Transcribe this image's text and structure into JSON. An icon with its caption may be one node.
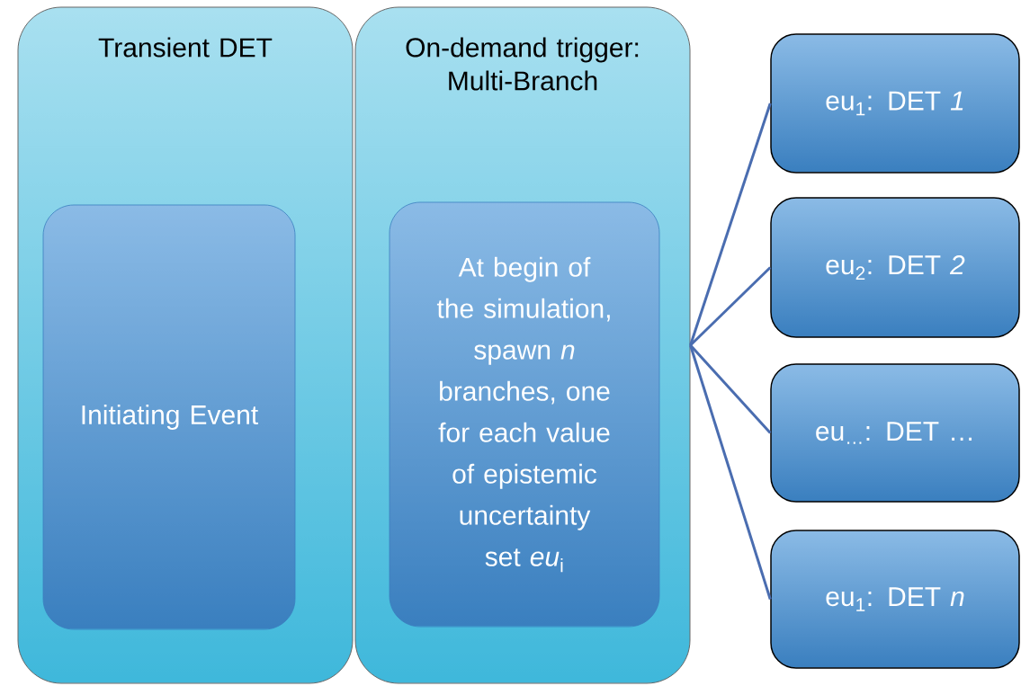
{
  "diagram": {
    "nodes": [
      {
        "text": [
          "Transient DET"
        ]
      },
      {
        "text": [
          "Initiating Event"
        ],
        "in": 0
      },
      {
        "text": [
          "On-demand trigger: Multi-Branch"
        ]
      },
      {
        "text": [
          "At begin of the simulation, spawn *n* branches, one for each value of epistemic uncertainty set *eu*$_{i}$"
        ],
        "in": 2
      },
      {
        "text": [
          "eu$_{1}$: DET *1*"
        ]
      },
      {
        "text": [
          "eu$_{2}$: DET *2*"
        ]
      },
      {
        "text": [
          "eu$_{…}$: DET …"
        ]
      },
      {
        "text": [
          "eu$_{1}$: DET *n*"
        ]
      }
    ],
    "edges": [
      {
        "from": 2,
        "to": 4,
        "arrow": "none"
      },
      {
        "from": 2,
        "to": 5,
        "arrow": "none"
      },
      {
        "from": 2,
        "to": 6,
        "arrow": "none"
      },
      {
        "from": 2,
        "to": 7,
        "arrow": "none"
      }
    ]
  }
}
